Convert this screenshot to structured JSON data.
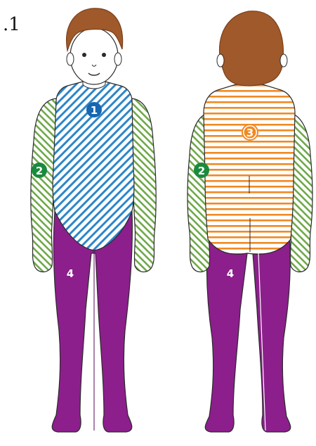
{
  "figure_label": ".1",
  "colors": {
    "skin": "#ffffff",
    "outline": "#2a2a2a",
    "hair": "#a0592a",
    "hair_dark": "#7a3f18",
    "torso_hatch": "#2e86c8",
    "arm_hatch": "#6fa84a",
    "back_hatch": "#f08a24",
    "legs": "#8c1f8c",
    "badge_1": "#1766b0",
    "badge_2": "#1a8a3c",
    "badge_3": "#f08a24"
  },
  "front": {
    "regions": [
      {
        "number": "1",
        "area": "chest-abdomen",
        "icon": "blue-diagonal-hatch"
      },
      {
        "number": "2",
        "area": "arms",
        "icon": "green-diagonal-hatch"
      },
      {
        "number": "4",
        "area": "legs-buttocks",
        "icon": "solid-purple"
      }
    ]
  },
  "back": {
    "regions": [
      {
        "number": "3",
        "area": "back",
        "icon": "orange-horizontal-stripes"
      },
      {
        "number": "2",
        "area": "arms",
        "icon": "green-diagonal-hatch"
      },
      {
        "number": "4",
        "area": "legs",
        "icon": "solid-purple"
      }
    ]
  }
}
